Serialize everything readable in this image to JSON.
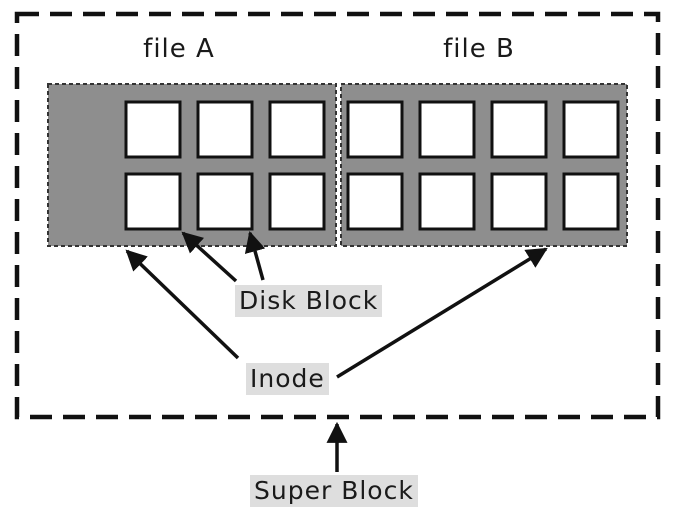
{
  "files": [
    {
      "title": "file A"
    },
    {
      "title": "file B"
    }
  ],
  "labels": {
    "disk_block": "Disk Block",
    "inode": "Inode",
    "super_block": "Super Block"
  },
  "colors": {
    "inode_fill": "#8e8e8e",
    "block_fill": "#ffffff",
    "stroke": "#111111",
    "label_background": "#dedede"
  }
}
